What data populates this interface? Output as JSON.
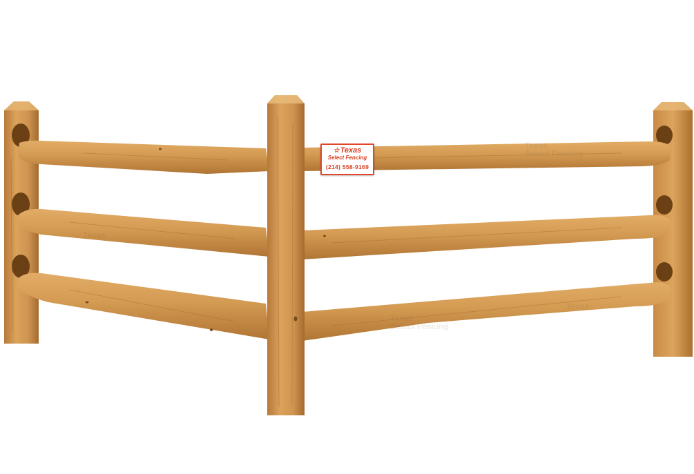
{
  "sign": {
    "star": "☆",
    "brand": "Texas",
    "subtitle": "Select Fencing",
    "phone": "(214) 558-9169"
  },
  "colors": {
    "wood_light": "#d9a05a",
    "wood_mid": "#c58a45",
    "wood_dark": "#a8712f",
    "sign_red": "#e0472a"
  },
  "rails_per_section": 3,
  "posts": 3
}
